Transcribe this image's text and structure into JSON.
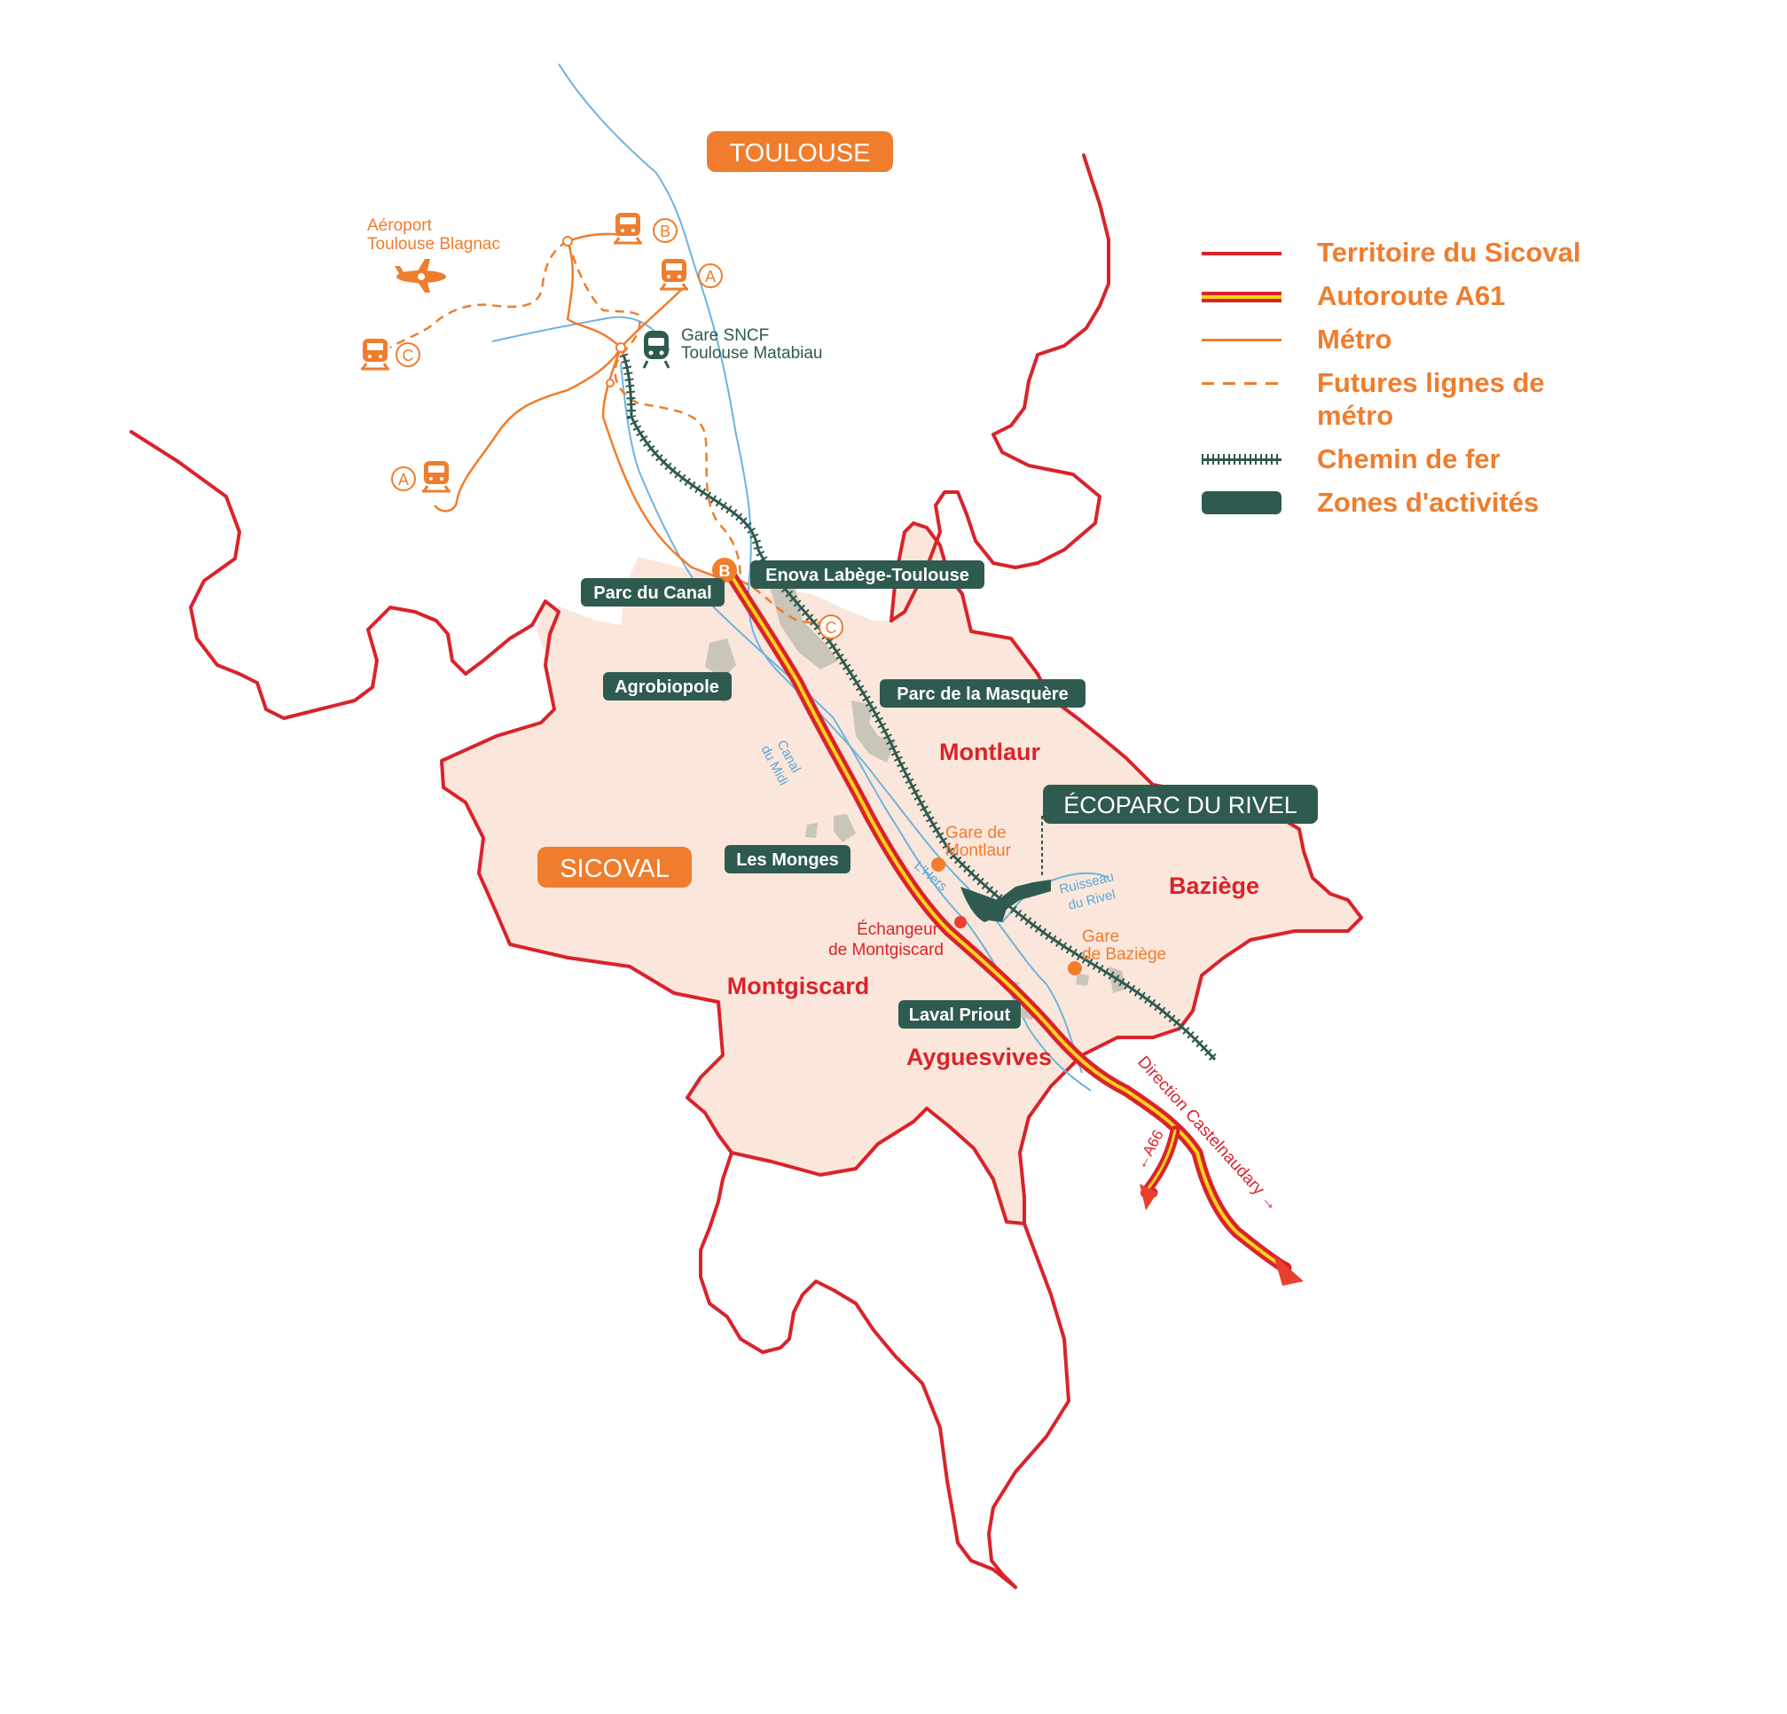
{
  "colors": {
    "territory_fill": "#fbe6db",
    "border_red": "#d9232b",
    "orange": "#ef7d2d",
    "dark_green": "#2f5a4f",
    "river_blue": "#6cb4dd",
    "highway_yellow": "#f7d21a",
    "grey_zone": "#c9c5b8"
  },
  "titles": {
    "toulouse": "TOULOUSE",
    "sicoval": "SICOVAL",
    "ecoparc": "ÉCOPARC DU RIVEL"
  },
  "legend": [
    {
      "label": "Territoire du Sicoval",
      "symbol": "red-line"
    },
    {
      "label": "Autoroute A61",
      "symbol": "highway-line"
    },
    {
      "label": "Métro",
      "symbol": "orange-line"
    },
    {
      "label": "Futures lignes de métro",
      "symbol": "orange-dashed-line"
    },
    {
      "label": "Chemin de fer",
      "symbol": "railway-line"
    },
    {
      "label": "Zones d'activités",
      "symbol": "green-bar"
    }
  ],
  "zones": {
    "parc_canal": "Parc du Canal",
    "enova": "Enova Labège-Toulouse",
    "agrobiopole": "Agrobiopole",
    "masquere": "Parc de la Masquère",
    "monges": "Les Monges",
    "laval": "Laval Priout"
  },
  "towns": {
    "montlaur": "Montlaur",
    "baziege": "Baziège",
    "montgiscard": "Montgiscard",
    "ayguesvives": "Ayguesvives"
  },
  "places": {
    "airport_1": "Aéroport",
    "airport_2": "Toulouse Blagnac",
    "gare_sncf_1": "Gare SNCF",
    "gare_sncf_2": "Toulouse Matabiau",
    "gare_montlaur_1": "Gare de",
    "gare_montlaur_2": "Montlaur",
    "gare_baziege_1": "Gare",
    "gare_baziege_2": "de Baziège",
    "echangeur_1": "Échangeur",
    "echangeur_2": "de Montgiscard"
  },
  "water": {
    "canal_1": "Canal",
    "canal_2": "du Midi",
    "hers": "L'Hers",
    "ruisseau_1": "Ruisseau",
    "ruisseau_2": "du Rivel"
  },
  "roads": {
    "direction": "Direction Castelnaudary →",
    "a66": "←A66"
  },
  "metro_lines": {
    "a": "A",
    "b": "B",
    "c": "C"
  }
}
